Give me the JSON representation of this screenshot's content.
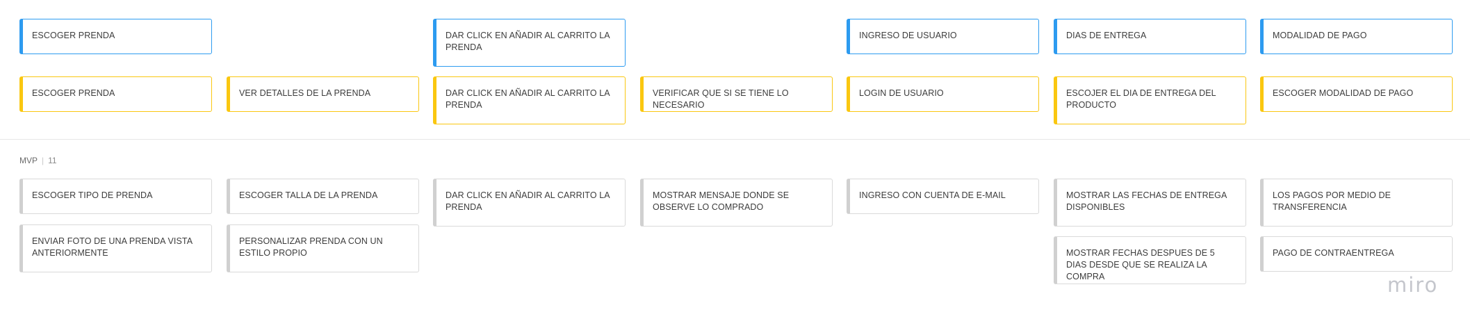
{
  "activities": [
    "ESCOGER PRENDA",
    "DAR CLICK EN  AÑADIR AL CARRITO LA PRENDA",
    "INGRESO DE USUARIO",
    "DIAS DE ENTREGA",
    "MODALIDAD DE PAGO"
  ],
  "steps": [
    "ESCOGER PRENDA",
    "VER DETALLES DE LA PRENDA",
    "DAR CLICK EN AÑADIR AL CARRITO LA PRENDA",
    "VERIFICAR QUE SI SE TIENE LO NECESARIO",
    "LOGIN DE USUARIO",
    "ESCOJER EL DIA DE ENTREGA DEL PRODUCTO",
    "ESCOGER MODALIDAD DE PAGO"
  ],
  "release": {
    "name": "MVP",
    "count": "11"
  },
  "stories": [
    "ESCOGER TIPO DE PRENDA",
    "ENVIAR FOTO DE UNA PRENDA VISTA ANTERIORMENTE",
    "ESCOGER TALLA DE LA PRENDA",
    "PERSONALIZAR PRENDA CON UN ESTILO PROPIO",
    "DAR CLICK EN AÑADIR AL CARRITO LA PRENDA",
    "MOSTRAR MENSAJE DONDE SE OBSERVE LO COMPRADO",
    "INGRESO CON CUENTA DE E-MAIL",
    "MOSTRAR LAS FECHAS DE ENTREGA DISPONIBLES",
    "MOSTRAR FECHAS DESPUES DE 5 DIAS DESDE QUE SE REALIZA LA COMPRA",
    "LOS PAGOS POR MEDIO DE TRANSFERENCIA",
    "PAGO DE CONTRAENTREGA"
  ],
  "branding": {
    "logo_text": "miro"
  },
  "colors": {
    "activity": "#2d9bf0",
    "step": "#fac710",
    "story": "#d0d0d0"
  }
}
